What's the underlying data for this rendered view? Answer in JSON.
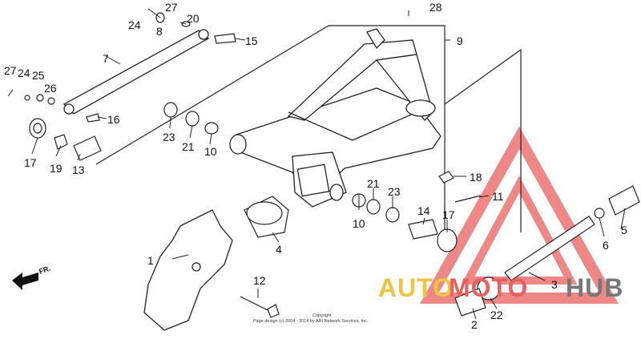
{
  "callouts": {
    "c1": "1",
    "c2": "2",
    "c3": "3",
    "c4": "4",
    "c5": "5",
    "c6": "6",
    "c7": "7",
    "c8": "8",
    "c9": "9",
    "c10a": "10",
    "c10b": "10",
    "c11": "11",
    "c12": "12",
    "c13": "13",
    "c14": "14",
    "c15": "15",
    "c16": "16",
    "c17a": "17",
    "c17b": "17",
    "c18": "18",
    "c19": "19",
    "c20": "20",
    "c21a": "21",
    "c21b": "21",
    "c22": "22",
    "c23a": "23",
    "c23b": "23",
    "c24a": "24",
    "c24b": "24",
    "c25": "25",
    "c26": "26",
    "c27a": "27",
    "c27b": "27",
    "c28": "28"
  },
  "front_arrow": "FR.",
  "copyright": {
    "line1": "Copyright",
    "line2": "Page design (c) 2004 - 2014 by ARI Network Services, Inc."
  },
  "watermark": {
    "part1": "AUTO",
    "part2": "MOTO",
    "part3": "HUB",
    "colors": {
      "auto": "#f0c443",
      "moto": "#e8615e",
      "hub": "#777777",
      "triangle": "#e8615e"
    }
  }
}
